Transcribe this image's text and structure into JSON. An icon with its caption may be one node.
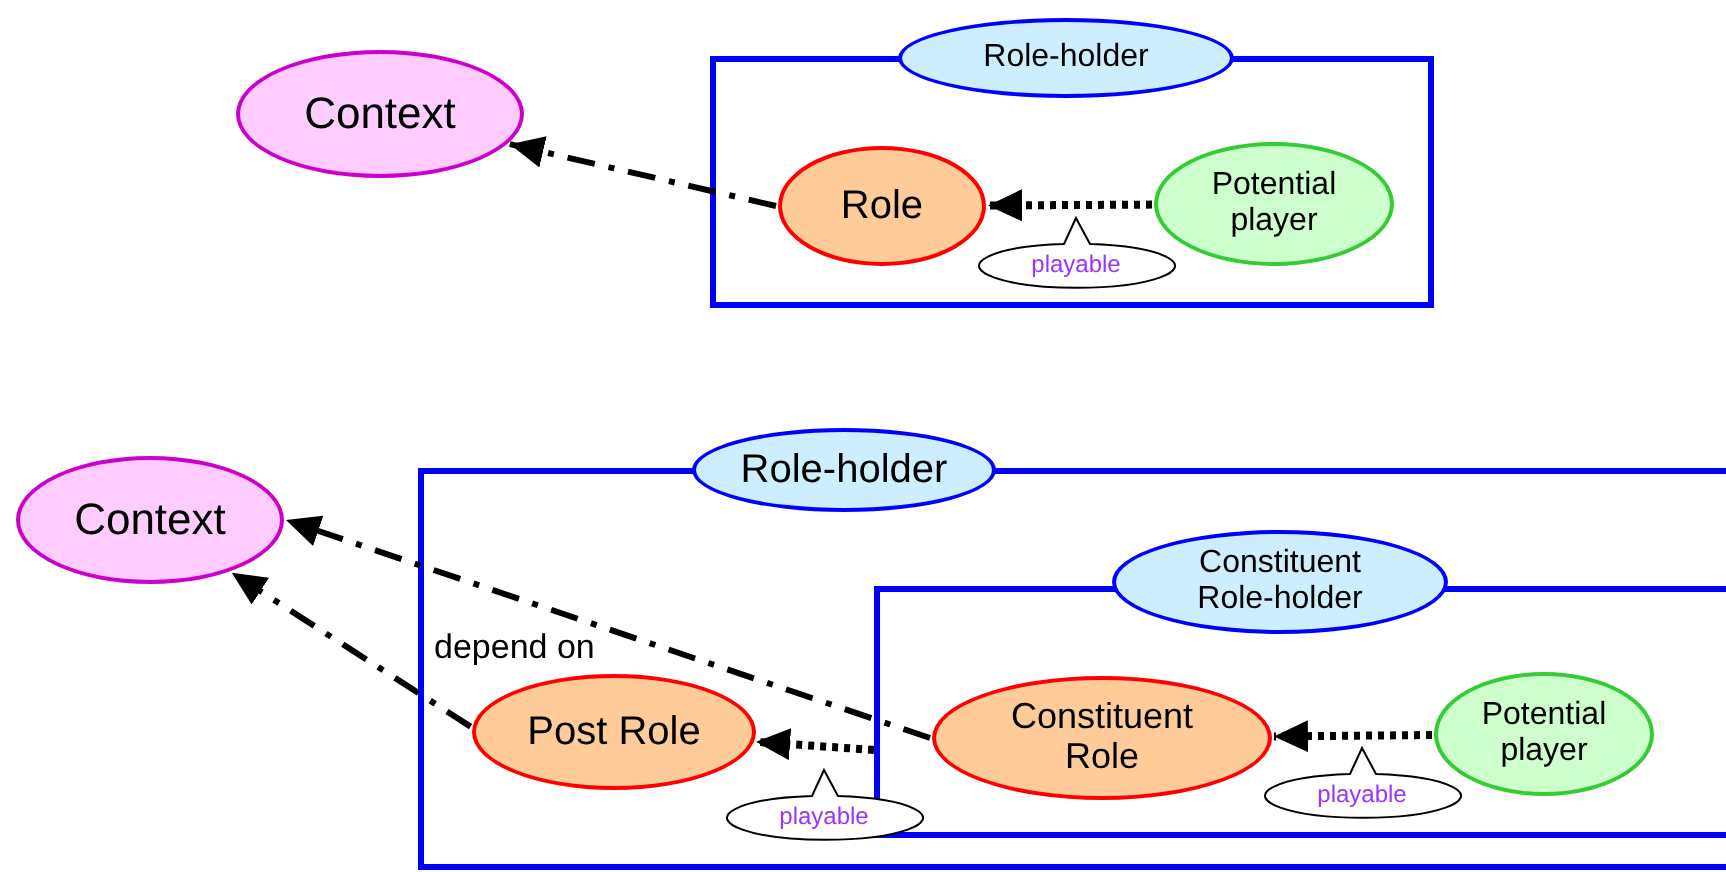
{
  "diagram": {
    "nodes": [
      {
        "text": [
          "Context"
        ]
      },
      {
        "text": [
          "Role-holder"
        ]
      },
      {
        "text": [
          "Role"
        ],
        "in": 1
      },
      {
        "text": [
          "Potential player"
        ],
        "in": 1
      },
      {
        "text": [
          "Context"
        ]
      },
      {
        "text": [
          "Role-holder"
        ]
      },
      {
        "text": [
          "Post Role"
        ],
        "in": 5
      },
      {
        "text": [
          "Constituent Role-holder"
        ],
        "in": 5
      },
      {
        "text": [
          "Constituent Role"
        ],
        "in": 7
      },
      {
        "text": [
          "Potential player"
        ],
        "in": 7
      }
    ],
    "edges": [
      {
        "from": 2,
        "to": 0,
        "arrow": "to",
        "style": "dashed"
      },
      {
        "from": 3,
        "to": 2,
        "arrow": "to",
        "label": "playable"
      },
      {
        "from": 6,
        "to": 4,
        "arrow": "to",
        "style": "dashed"
      },
      {
        "from": 8,
        "to": 4,
        "arrow": "to",
        "style": "dashed",
        "label": "depend on"
      },
      {
        "from": 7,
        "to": 6,
        "arrow": "to",
        "label": "playable"
      },
      {
        "from": 9,
        "to": 8,
        "arrow": "to",
        "label": "playable"
      }
    ]
  }
}
